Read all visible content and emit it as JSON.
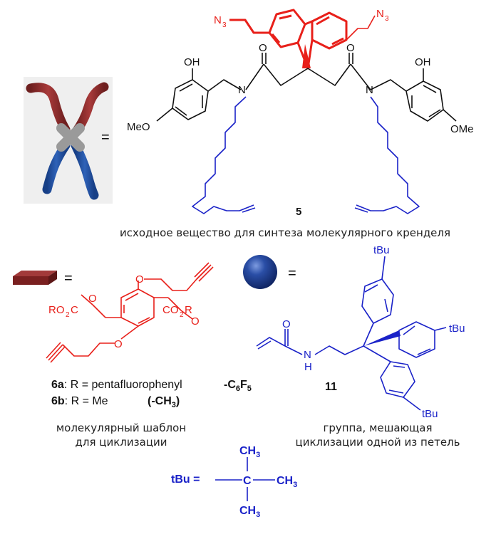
{
  "colors": {
    "red": "#e8201a",
    "blue": "#1a22c8",
    "black": "#111111",
    "dark_red": "#8b2b2b",
    "blue_wire": "#1f4fa3",
    "gray": "#9a9a9a"
  },
  "compound5": {
    "number": "5",
    "caption": "исходное вещество для синтеза молекулярного кренделя",
    "labels": {
      "n3_left": "N",
      "n3_right": "N",
      "sub3": "3",
      "oh": "OH",
      "meo": "MeO",
      "ome": "OMe",
      "o": "O",
      "n": "N"
    }
  },
  "legend": {
    "equals": "="
  },
  "compound6": {
    "caption_line1": "молекулярный шаблон",
    "caption_line2": "для циклизации",
    "labels": {
      "ro2c": "RO",
      "co2r": "CO",
      "o": "O",
      "sub2": "2",
      "r": "R"
    },
    "variant_a": {
      "id": "6a",
      "text": ": R = pentafluorophenyl",
      "formula_prefix": "-C",
      "sub6": "6",
      "f": "F",
      "sub5": "5"
    },
    "variant_b": {
      "id": "6b",
      "text": ": R = Me",
      "formula_prefix": "(-CH",
      "sub3": "3",
      "formula_suffix": ")"
    }
  },
  "compound11": {
    "number": "11",
    "caption_line1": "группа, мешающая",
    "caption_line2": "циклизации одной из петель",
    "labels": {
      "tbu": "tBu",
      "o": "O",
      "nh_n": "N",
      "nh_h": "H"
    }
  },
  "tbu_def": {
    "lhs": "tBu =",
    "c": "C",
    "ch3": "CH",
    "sub3": "3"
  }
}
